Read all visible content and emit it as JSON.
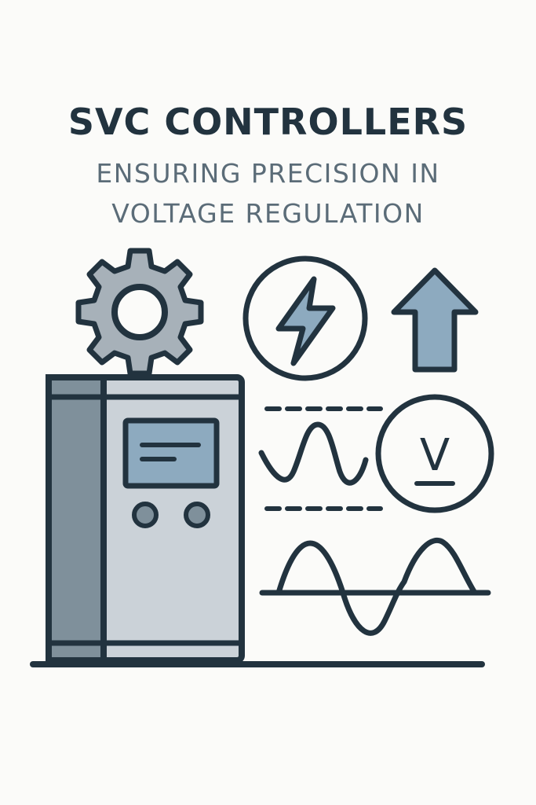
{
  "header": {
    "title": "SVC CONTROLLERS",
    "subtitle_line1": "ENSURING PRECISION IN",
    "subtitle_line2": "VOLTAGE REGULATION"
  },
  "icons": {
    "gear": "gear-icon",
    "cabinet": "control-cabinet-icon",
    "bolt": "lightning-bolt-icon",
    "arrow": "up-arrow-icon",
    "sine": "sine-wave-icon",
    "voltage": "voltage-symbol-icon",
    "voltage_symbol": "V"
  },
  "colors": {
    "outline": "#22333f",
    "light_gray": "#cbd2d8",
    "mid_gray": "#7f909b",
    "steel_blue": "#8daabf",
    "background": "#fbfbf9"
  }
}
